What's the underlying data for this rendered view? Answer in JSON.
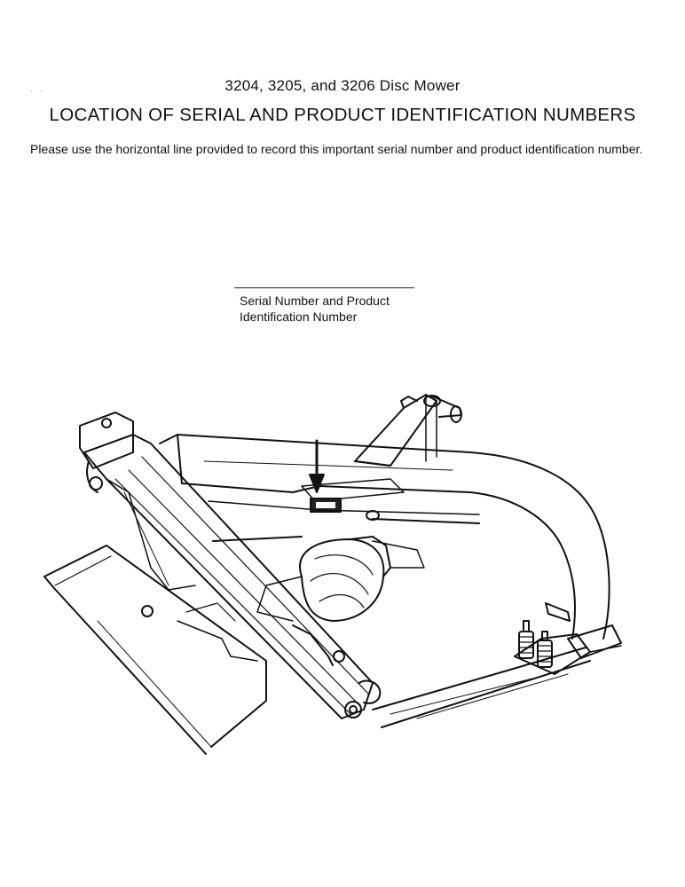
{
  "document": {
    "subtitle": "3204, 3205, and 3206 Disc Mower",
    "title": "LOCATION OF SERIAL AND PRODUCT IDENTIFICATION NUMBERS",
    "instructions": "Please use the horizontal line provided to record this important serial number and product identification number.",
    "record_caption_line1": "Serial Number and Product",
    "record_caption_line2": "Identification Number"
  },
  "illustration": {
    "subject": "disc mower frame",
    "arrow_icon": "down-arrow-icon",
    "line_color": "#111111"
  }
}
